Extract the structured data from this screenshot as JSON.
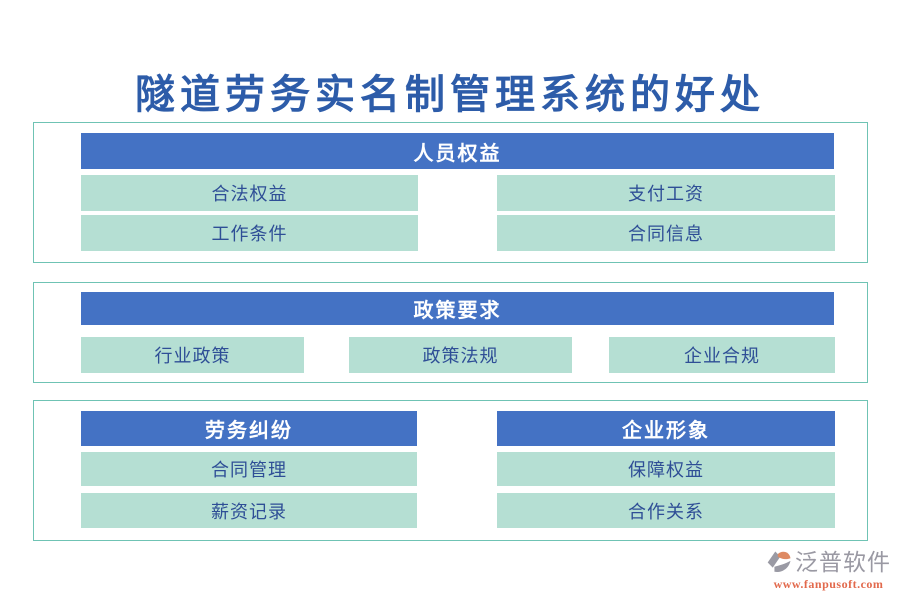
{
  "title": "隧道劳务实名制管理系统的好处",
  "sections": {
    "personnel_rights": {
      "header": "人员权益",
      "items": [
        "合法权益",
        "支付工资",
        "工作条件",
        "合同信息"
      ]
    },
    "policy_requirements": {
      "header": "政策要求",
      "items": [
        "行业政策",
        "政策法规",
        "企业合规"
      ]
    },
    "labor_disputes": {
      "header": "劳务纠纷",
      "items": [
        "合同管理",
        "薪资记录"
      ]
    },
    "corporate_image": {
      "header": "企业形象",
      "items": [
        "保障权益",
        "合作关系"
      ]
    }
  },
  "logo": {
    "brand": "泛普软件",
    "website": "www.fanpusoft.com"
  },
  "colors": {
    "header_bg": "#4472C4",
    "header_text": "#FFFFFF",
    "item_bg": "#B5DFD3",
    "item_text": "#2E4E96",
    "panel_border": "#6FC3B4",
    "title_text": "#2D5CA9",
    "logo_brand": "#9A99A3",
    "logo_accent": "#E2694C"
  }
}
